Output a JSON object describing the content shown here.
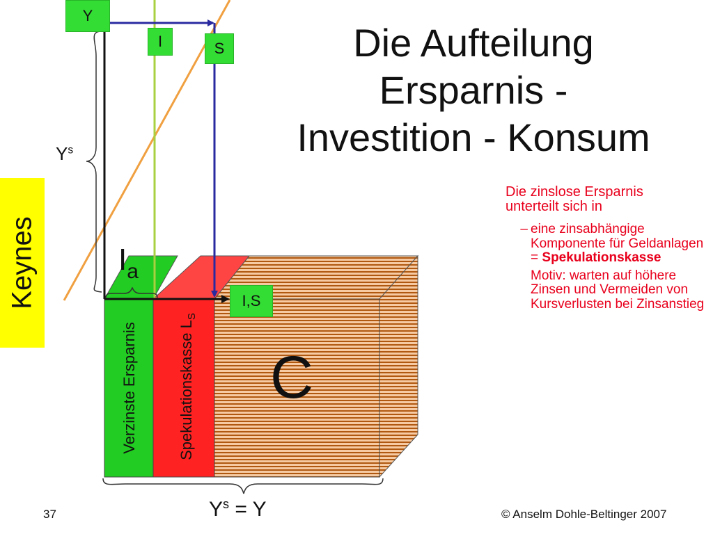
{
  "title": {
    "line1": "Die Aufteilung",
    "line2": "Ersparnis -",
    "line3": "Investition - Konsum"
  },
  "side_label": "Keynes",
  "diagram": {
    "label_y": "Y",
    "label_i": "I",
    "label_s": "S",
    "label_is": "I,S",
    "label_ys_base": "Y",
    "label_ys_sup": "s",
    "label_ia_base": "I",
    "label_ia_sub": "a",
    "label_c": "C",
    "segment_green": "Verzinste Ersparnis",
    "segment_red_base": "Spekulationskasse L",
    "segment_red_sub": "S",
    "bottom_label_base": "Y",
    "bottom_label_sup": "s",
    "bottom_label_rest": " = Y"
  },
  "text": {
    "main_bullet": "Die zinslose Ersparnis unterteilt sich in",
    "sub_dash": "–",
    "sub_text_plain": "eine zinsabhängige Komponente für Geldanlagen =",
    "sub_text_bold": "Spekulationskasse",
    "motive": "Motiv: warten auf höhere Zinsen und Vermeiden von Kursverlusten bei Zinsanstieg"
  },
  "footer": {
    "page_number": "37",
    "copyright": "© Anselm Dohle-Beltinger 2007"
  },
  "colors": {
    "green": "#22cc22",
    "red": "#ff2a2a",
    "stripe_dark": "#b45a12",
    "stripe_light": "#f5c9a0",
    "yellow": "#ffff00",
    "navy": "#2a2aa0",
    "orange": "#f0a040",
    "lime": "#a8d040"
  }
}
